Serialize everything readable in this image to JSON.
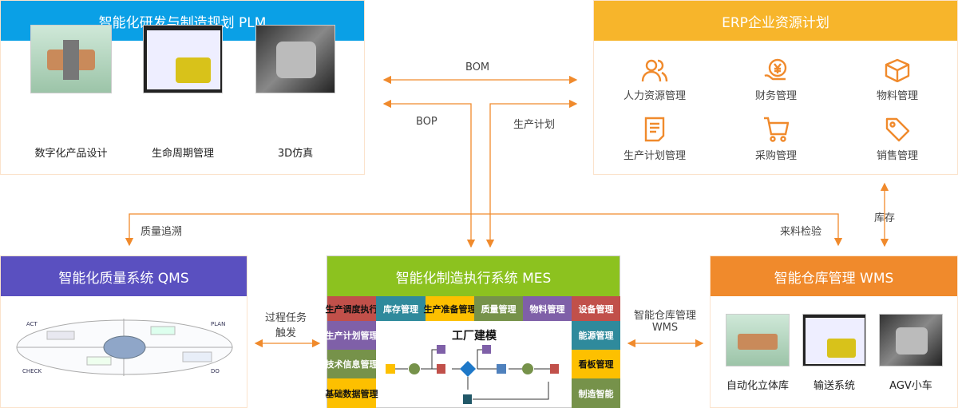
{
  "colors": {
    "plm": "#0aa0e6",
    "erp": "#f7b52b",
    "qms": "#5a50c0",
    "mes": "#8cc21f",
    "wms": "#f08a2c",
    "arrow": "#f08a2c"
  },
  "plm": {
    "title": "智能化研发与制造规划 PLM",
    "items": [
      {
        "label": "数字化产品设计"
      },
      {
        "label": "生命周期管理"
      },
      {
        "label": "3D仿真"
      }
    ]
  },
  "erp": {
    "title": "ERP企业资源计划",
    "items": [
      {
        "label": "人力资源管理",
        "icon": "people-icon"
      },
      {
        "label": "财务管理",
        "icon": "yen-hand-icon"
      },
      {
        "label": "物料管理",
        "icon": "box-icon"
      },
      {
        "label": "生产计划管理",
        "icon": "document-icon"
      },
      {
        "label": "采购管理",
        "icon": "cart-icon"
      },
      {
        "label": "销售管理",
        "icon": "tag-icon"
      }
    ]
  },
  "qms": {
    "title": "智能化质量系统 QMS",
    "quadrants": [
      "ACT",
      "PLAN",
      "CHECK",
      "DO"
    ]
  },
  "mes": {
    "title": "智能化制造执行系统 MES",
    "top": [
      "生产调度执行",
      "库存管理",
      "生产准备管理",
      "质量管理",
      "物料管理",
      "设备管理"
    ],
    "left": [
      "生产计划管理",
      "技术信息管理",
      "基础数据管理"
    ],
    "right": [
      "能源管理",
      "看板管理",
      "制造智能"
    ],
    "center_title": "工厂建模"
  },
  "wms": {
    "title": "智能仓库管理 WMS",
    "items": [
      {
        "label": "自动化立体库"
      },
      {
        "label": "输送系统"
      },
      {
        "label": "AGV小车"
      }
    ]
  },
  "flows": {
    "bom": "BOM",
    "bop": "BOP",
    "plan": "生产计划",
    "quality": "质量追溯",
    "incoming": "来料检验",
    "stock": "库存",
    "task_line1": "过程任务",
    "task_line2": "触发",
    "wms_line1": "智能仓库管理",
    "wms_line2": "WMS"
  }
}
